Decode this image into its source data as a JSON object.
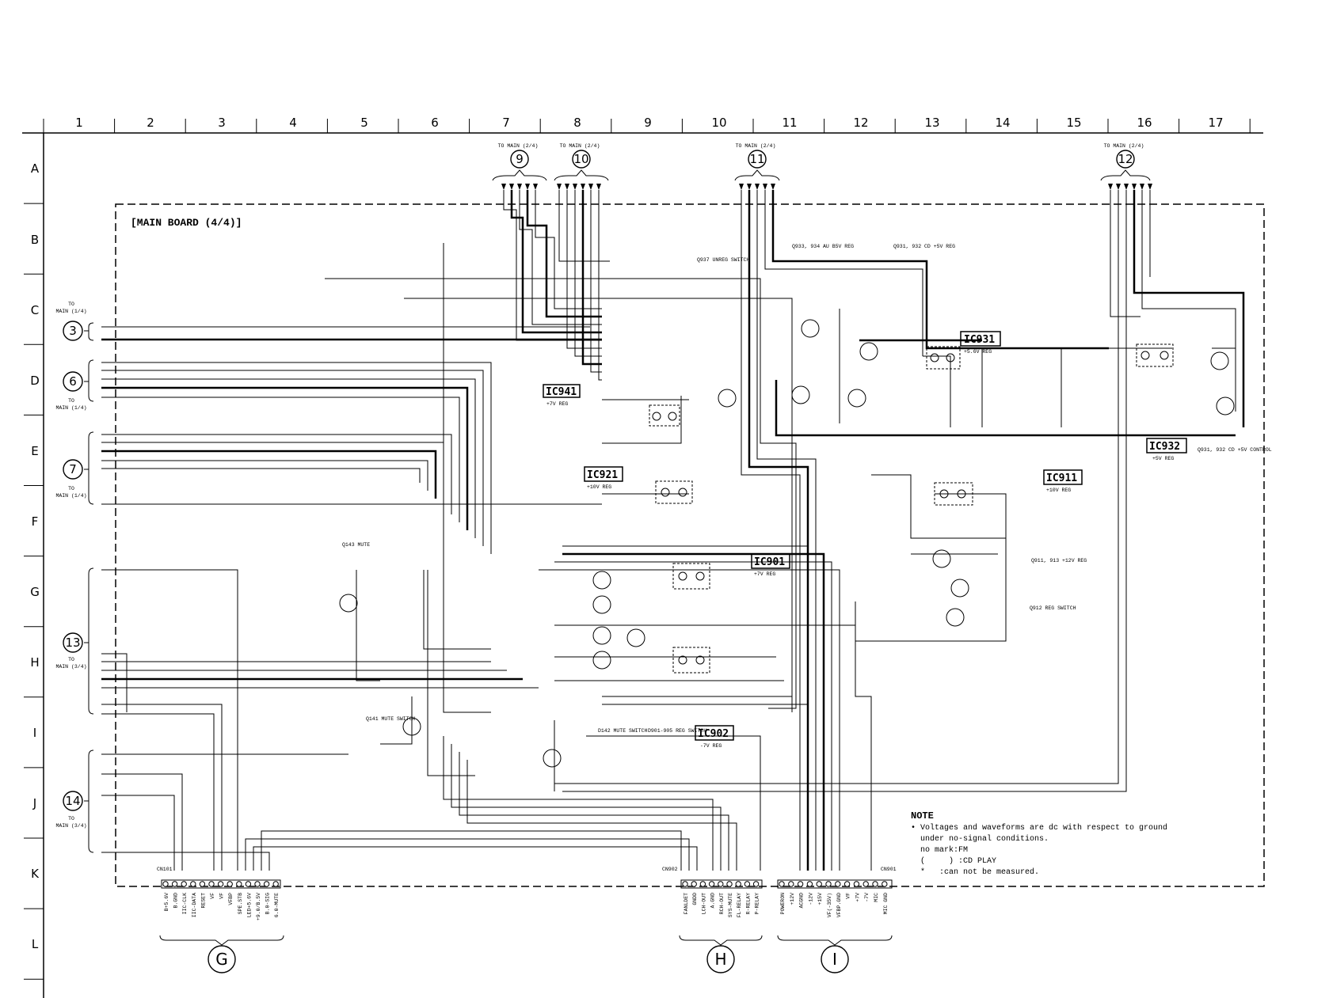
{
  "board_title": "[MAIN BOARD (4/4)]",
  "col_labels": [
    "1",
    "2",
    "3",
    "4",
    "5",
    "6",
    "7",
    "8",
    "9",
    "10",
    "11",
    "12",
    "13",
    "14",
    "15",
    "16",
    "17"
  ],
  "row_labels": [
    "A",
    "B",
    "C",
    "D",
    "E",
    "F",
    "G",
    "H",
    "I",
    "J",
    "K",
    "L"
  ],
  "connectors_top": [
    {
      "num": "9",
      "to": "TO MAIN (2/4)"
    },
    {
      "num": "10",
      "to": "TO MAIN (2/4)"
    },
    {
      "num": "11",
      "to": "TO MAIN (2/4)"
    },
    {
      "num": "12",
      "to": "TO MAIN (2/4)"
    }
  ],
  "connectors_left": [
    {
      "num": "3",
      "to_top": "TO",
      "to_bottom": "MAIN (1/4)"
    },
    {
      "num": "6",
      "to_top": "TO",
      "to_bottom": "MAIN (1/4)"
    },
    {
      "num": "7",
      "to_top": "TO",
      "to_bottom": "MAIN (1/4)"
    },
    {
      "num": "13",
      "to_top": "TO",
      "to_bottom": "MAIN (3/4)"
    },
    {
      "num": "14",
      "to_top": "TO",
      "to_bottom": "MAIN (3/4)"
    }
  ],
  "bottom_connectors": [
    {
      "letter": "G",
      "ref": "CN101",
      "pins": [
        "B+5.6V",
        "B.GND",
        "IIC-CLK",
        "IIC-DATA",
        "RESET",
        "VF",
        "VF",
        "VFBP",
        "SPE.STB",
        "LED+5.6V",
        "+9.0/B.5V",
        "B.0-SIG",
        "6.0-MUTE"
      ]
    },
    {
      "letter": "H",
      "ref": "CN902",
      "pins": [
        "FANLDET",
        "GNDD",
        "LCH-OUT",
        "A.GND",
        "RCH-OUT",
        "SYS-MUTE",
        "FL-RELAY",
        "R-RELAY",
        "P-RELAY"
      ]
    },
    {
      "letter": "I",
      "ref": "CN901",
      "pins": [
        "POWERON",
        "+12V",
        "ACGND",
        "-12V",
        "+15V",
        "VF(-35V)",
        "VFBP.GND",
        "VF",
        "+7V",
        "-7V",
        "MIC",
        "MIC GND"
      ]
    }
  ],
  "ics": [
    {
      "name": "IC941",
      "desc": "+7V REG"
    },
    {
      "name": "IC931",
      "desc": "+5.6V REG"
    },
    {
      "name": "IC921",
      "desc": "+10V REG"
    },
    {
      "name": "IC911",
      "desc": "+10V REG"
    },
    {
      "name": "IC901",
      "desc": "+7V REG"
    },
    {
      "name": "IC902",
      "desc": "-7V REG"
    },
    {
      "name": "IC932",
      "desc": "+5V REG"
    }
  ],
  "annotations": [
    "Q937 UNREG SWITCH",
    "Q933, 934 AU B5V REG",
    "Q931, 932 CD +5V REG",
    "Q931, 932 CD +5V CONTROL",
    "Q911, 913 +12V REG",
    "Q912 REG SWITCH",
    "Q143 MUTE",
    "Q141 MUTE SWITCH",
    "D142 MUTE SWITCH",
    "D901-905 REG SWITCH"
  ],
  "note": {
    "title": "NOTE",
    "lines": [
      "• Voltages and waveforms are dc with respect to ground",
      "  under no-signal conditions.",
      "  no mark:FM",
      "  (     ) :CD PLAY",
      "  *   :can not be measured."
    ]
  }
}
